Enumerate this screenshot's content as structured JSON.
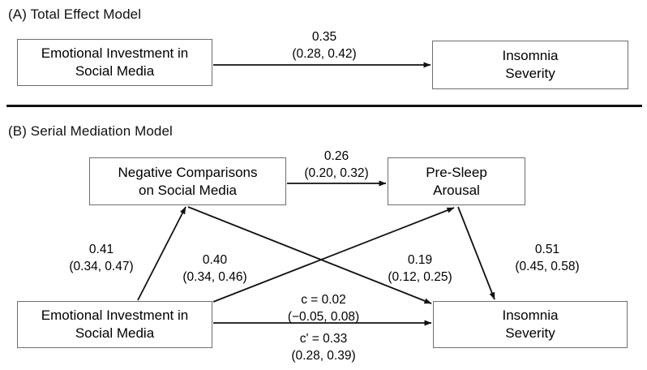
{
  "figure": {
    "panels": [
      {
        "id": "panel-a",
        "title": "(A) Total Effect Model",
        "nodes": [
          {
            "id": "a-predictor",
            "line1": "Emotional Investment in",
            "line2": "Social Media"
          },
          {
            "id": "a-outcome",
            "line1": "Insomnia",
            "line2": "Severity"
          }
        ],
        "paths": [
          {
            "id": "a-total-effect",
            "coef": "0.35",
            "ci": "(0.28, 0.42)",
            "from": "a-predictor",
            "to": "a-outcome"
          }
        ]
      },
      {
        "id": "panel-b",
        "title": "(B) Serial Mediation Model",
        "nodes": [
          {
            "id": "b-mediator1",
            "line1": "Negative Comparisons",
            "line2": "on Social Media"
          },
          {
            "id": "b-mediator2",
            "line1": "Pre-Sleep",
            "line2": "Arousal"
          },
          {
            "id": "b-predictor",
            "line1": "Emotional Investment in",
            "line2": "Social Media"
          },
          {
            "id": "b-outcome",
            "line1": "Insomnia",
            "line2": "Severity"
          }
        ],
        "paths": [
          {
            "id": "b-m1-to-m2",
            "coef": "0.26",
            "ci": "(0.20, 0.32)",
            "from": "b-mediator1",
            "to": "b-mediator2"
          },
          {
            "id": "b-x-to-m1",
            "coef": "0.41",
            "ci": "(0.34, 0.47)",
            "from": "b-predictor",
            "to": "b-mediator1"
          },
          {
            "id": "b-x-to-m2",
            "coef": "0.40",
            "ci": "(0.34, 0.46)",
            "from": "b-predictor",
            "to": "b-mediator2"
          },
          {
            "id": "b-m1-to-y",
            "coef": "0.19",
            "ci": "(0.12, 0.25)",
            "from": "b-mediator1",
            "to": "b-outcome"
          },
          {
            "id": "b-m2-to-y",
            "coef": "0.51",
            "ci": "(0.45, 0.58)",
            "from": "b-mediator2",
            "to": "b-outcome"
          },
          {
            "id": "b-direct-c",
            "coef": "c = 0.02",
            "ci": "(−0.05, 0.08)",
            "from": "b-predictor",
            "to": "b-outcome"
          },
          {
            "id": "b-direct-cprime",
            "coef": "c' = 0.33",
            "ci": "(0.28, 0.39)",
            "from": "b-predictor",
            "to": "b-outcome"
          }
        ]
      }
    ],
    "colors": {
      "box_border": "#6e6e6e",
      "arrow": "#111111",
      "text": "#000000",
      "divider": "#111111",
      "background": "#ffffff"
    }
  }
}
